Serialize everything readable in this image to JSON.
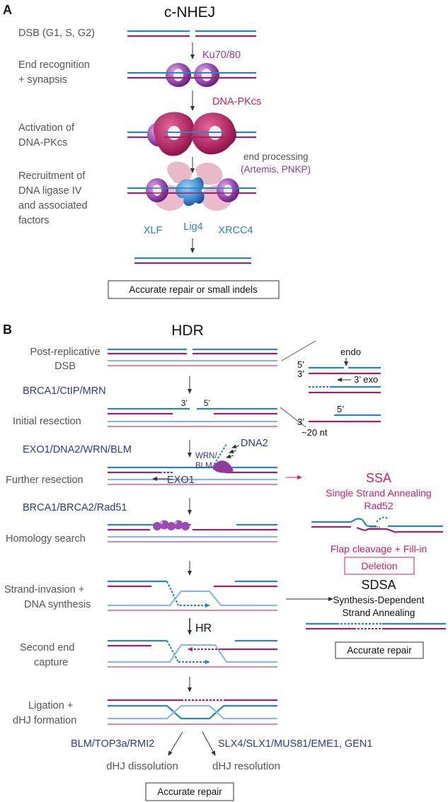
{
  "panelA": {
    "letter": "A",
    "title": "c-NHEJ",
    "steps": [
      "DSB (G1, S, G2)",
      "End recognition",
      "+ synapsis",
      "Activation of",
      "DNA-PKcs",
      "Recruitment of",
      "DNA ligase IV",
      "and associated",
      "factors"
    ],
    "proteins": {
      "ku": "Ku70/80",
      "dnapkcs": "DNA-PKcs",
      "end_processing": "end processing",
      "end_processing_factors": "(Artemis, PNKP)",
      "xlf": "XLF",
      "lig4": "Lig4",
      "xrcc4": "XRCC4"
    },
    "outcome": "Accurate repair or small indels"
  },
  "panelB": {
    "letter": "B",
    "title": "HDR",
    "steps": {
      "post_replicative_1": "Post-replicative",
      "post_replicative_2": "DSB",
      "initial_resection": "Initial resection",
      "further_resection": "Further resection",
      "homology_search": "Homology search",
      "strand_invasion_1": "Strand-invasion +",
      "strand_invasion_2": "DNA synthesis",
      "second_end_1": "Second end",
      "second_end_2": "capture",
      "ligation_1": "Ligation +",
      "ligation_2": "dHJ formation"
    },
    "factors": {
      "f1": "BRCA1/CtIP/MRN",
      "f2": "EXO1/DNA2/WRN/BLM",
      "f3": "BRCA1/BRCA2/Rad51",
      "dna2": "DNA2",
      "wrn": "WRN/",
      "blm": "BLM",
      "exo1": "EXO1",
      "dissolution_factors": "BLM/TOP3a/RMI2",
      "resolution_factors": "SLX4/SLX1/MUS81/EME1, GEN1"
    },
    "inset": {
      "five1": "5’",
      "three1": "3’",
      "endo": "endo",
      "exo": "3’ exo",
      "five2": "5’",
      "three2": "3’",
      "nt": "~20 nt"
    },
    "resection_labels": {
      "three": "3’",
      "five": "5’"
    },
    "hr": "HR",
    "dissolution": "dHJ dissolution",
    "resolution": "dHJ resolution",
    "outcome": "Accurate repair"
  },
  "ssa": {
    "title": "SSA",
    "subtitle": "Single Strand Annealing",
    "factor": "Rad52",
    "step": "Flap cleavage + Fill-in",
    "outcome": "Deletion"
  },
  "sdsa": {
    "title": "SDSA",
    "line1": "Synthesis-Dependent",
    "line2": "Strand Annealing",
    "outcome": "Accurate repair"
  },
  "colors": {
    "blue_strand": "#2a86c2",
    "magenta_strand": "#a3216b",
    "light_blue": "#8fb7d9",
    "light_magenta": "#c895b0",
    "navy_text": "#2e3a8c",
    "purple_text": "#8e3a9e",
    "ssa_pink": "#d11f6a"
  }
}
